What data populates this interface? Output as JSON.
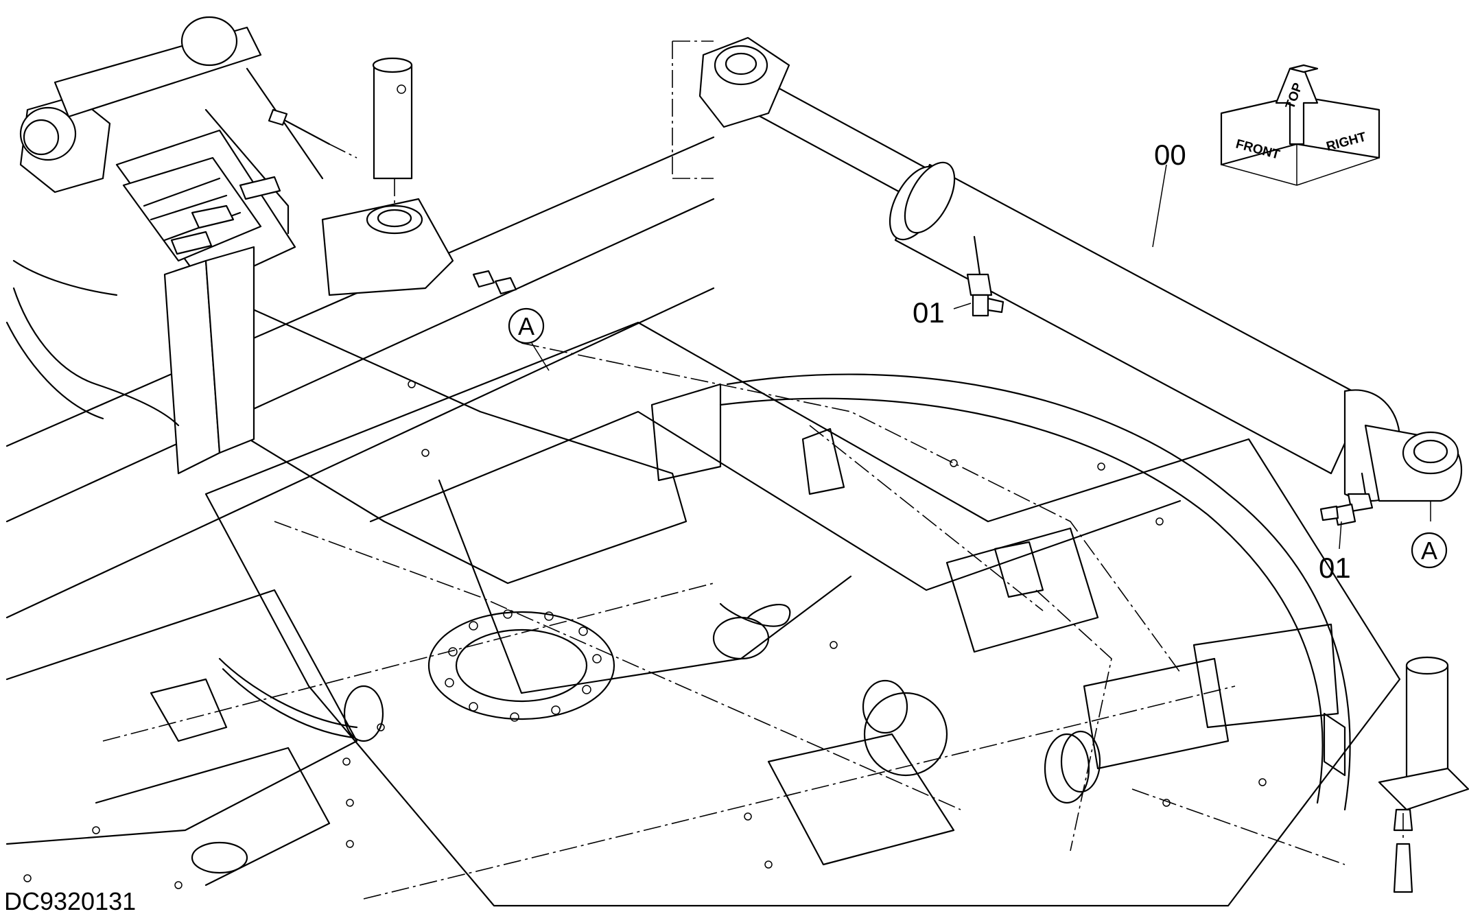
{
  "diagram": {
    "part_callouts": [
      "00",
      "01",
      "01"
    ],
    "reference_markers": [
      "A",
      "A"
    ],
    "orientation_labels": {
      "front": "FRONT",
      "top": "TOP",
      "right": "RIGHT"
    },
    "drawing_id": "DC9320131"
  }
}
